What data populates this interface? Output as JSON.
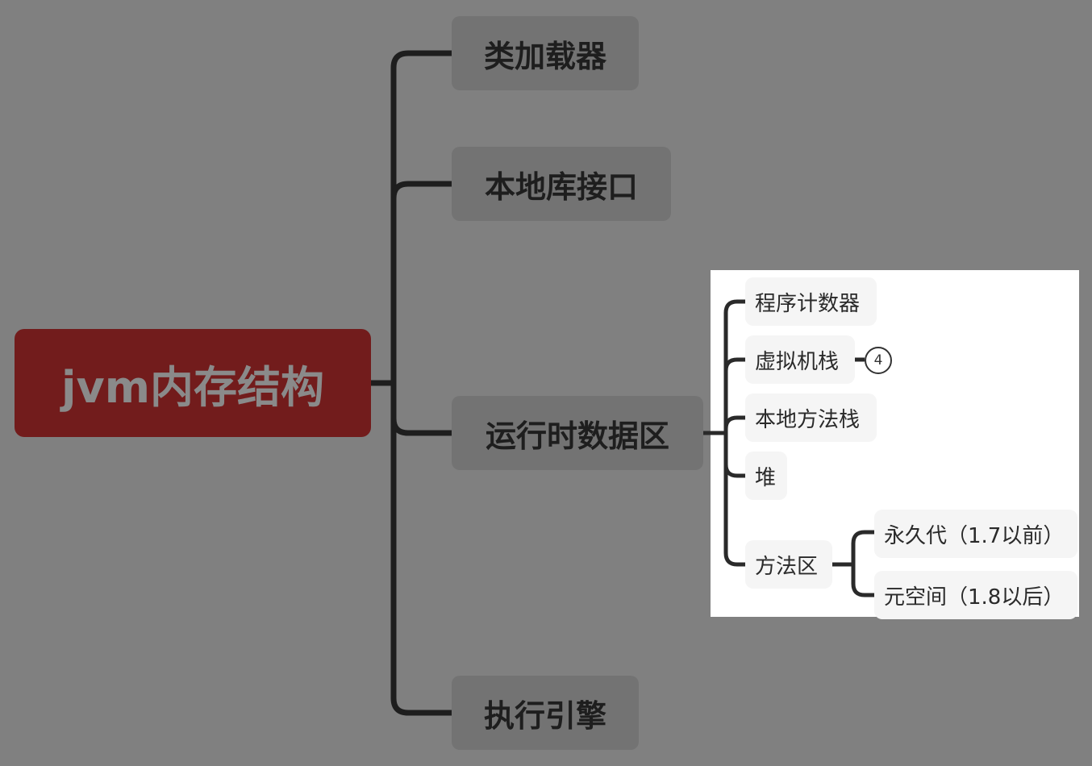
{
  "root": {
    "label": "jvm内存结构"
  },
  "branches": [
    {
      "label": "类加载器"
    },
    {
      "label": "本地库接口"
    },
    {
      "label": "运行时数据区"
    },
    {
      "label": "执行引擎"
    }
  ],
  "runtime_data_area": {
    "children": [
      {
        "label": "程序计数器"
      },
      {
        "label": "虚拟机栈",
        "collapsed_count": "4"
      },
      {
        "label": "本地方法栈"
      },
      {
        "label": "堆"
      },
      {
        "label": "方法区"
      }
    ],
    "method_area_children": [
      {
        "label": "永久代（1.7以前）"
      },
      {
        "label": "元空间（1.8以后）"
      }
    ]
  },
  "colors": {
    "background": "#808080",
    "root": "#721c1c",
    "node": "#737373",
    "line": "#1e1e1e"
  }
}
